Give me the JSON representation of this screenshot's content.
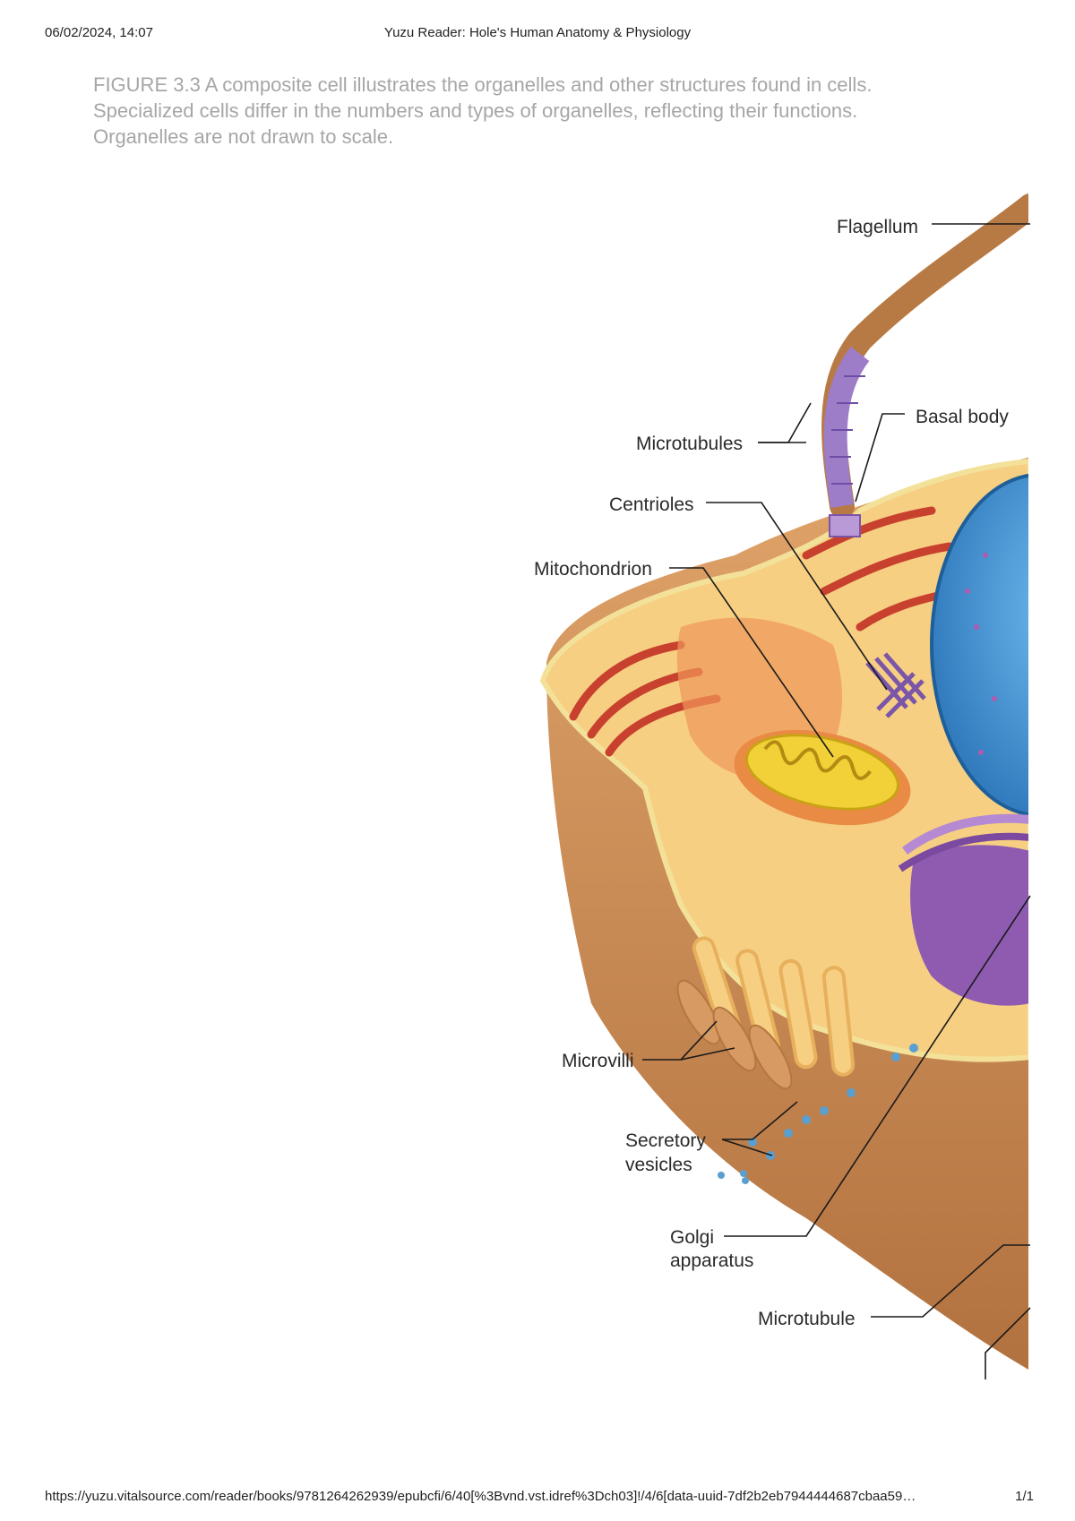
{
  "print_header": {
    "date": "06/02/2024, 14:07",
    "title": "Yuzu Reader: Hole's Human Anatomy & Physiology"
  },
  "caption": "FIGURE 3.3 A composite cell illustrates the organelles and other structures found in cells. Specialized cells differ in the numbers and types of organelles, reflecting their functions. Organelles are not drawn to scale.",
  "figure": {
    "labels": {
      "flagellum": "Flagellum",
      "basal_body": "Basal body",
      "microtubules": "Microtubules",
      "centrioles": "Centrioles",
      "mitochondrion": "Mitochondrion",
      "microvilli": "Microvilli",
      "secretory_1": "Secretory",
      "secretory_2": "vesicles",
      "golgi_1": "Golgi",
      "golgi_2": "apparatus",
      "microtubule": "Microtubule"
    },
    "colors": {
      "membrane": "#f3c969",
      "cytoplasm": "#f7c97a",
      "exterior": "#c98a52",
      "er": "#c8402e",
      "nucleus": "#3d8fd0",
      "golgi": "#8e5bb1",
      "mitochondrion": "#e6b820",
      "flagellum": "#b87a44"
    }
  },
  "print_footer": {
    "url": "https://yuzu.vitalsource.com/reader/books/9781264262939/epubcfi/6/40[%3Bvnd.vst.idref%3Dch03]!/4/6[data-uuid-7df2b2eb7944444687cbaa59…",
    "page": "1/1"
  }
}
